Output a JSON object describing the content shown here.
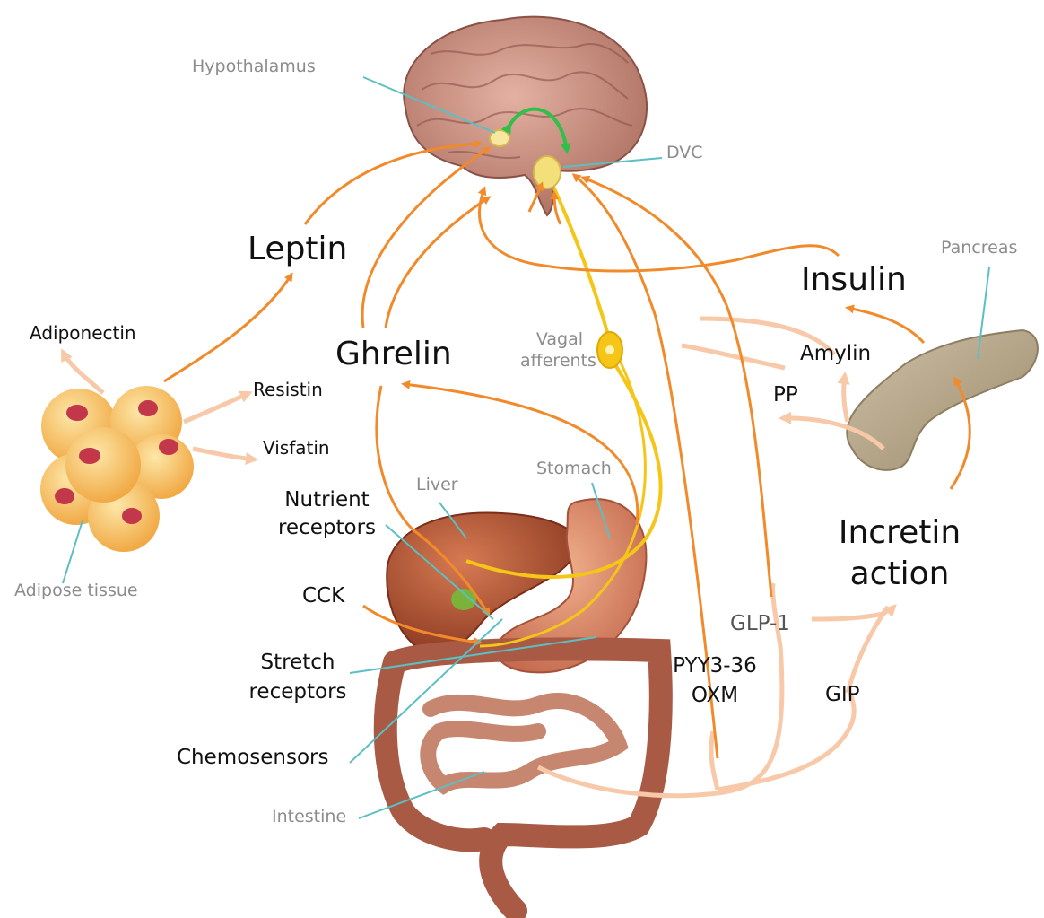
{
  "labels": {
    "hypothalamus": "Hypothalamus",
    "dvc": "DVC",
    "leptin": "Leptin",
    "insulin": "Insulin",
    "pancreas": "Pancreas",
    "adiponectin": "Adiponectin",
    "resistin": "Resistin",
    "visfatin": "Visfatin",
    "ghrelin": "Ghrelin",
    "vagal_afferents_line1": "Vagal",
    "vagal_afferents_line2": "afferents",
    "amylin": "Amylin",
    "pp": "PP",
    "liver": "Liver",
    "stomach": "Stomach",
    "nutrient_receptors_line1": "Nutrient",
    "nutrient_receptors_line2": "receptors",
    "incretin_action_line1": "Incretin",
    "incretin_action_line2": "action",
    "adipose_tissue": "Adipose tissue",
    "cck": "CCK",
    "glp1": "GLP-1",
    "stretch_receptors_line1": "Stretch",
    "stretch_receptors_line2": "receptors",
    "pyy_line1": "PYY3-36",
    "pyy_line2": "OXM",
    "gip": "GIP",
    "chemosensors": "Chemosensors",
    "intestine": "Intestine"
  },
  "colors": {
    "signal_arrow": "#f08a2a",
    "faint_arrow": "#f7c9a8",
    "vagal_nerve": "#f5c518",
    "brain_centers_arrow": "#2fbf4a",
    "leader_line": "#5bbfc4",
    "brain": "#c98f7e",
    "fat_cell": "#f6c15c",
    "pancreas": "#b9a88c",
    "liver": "#b9573a",
    "stomach": "#d9826a",
    "intestine": "#a85a44"
  }
}
